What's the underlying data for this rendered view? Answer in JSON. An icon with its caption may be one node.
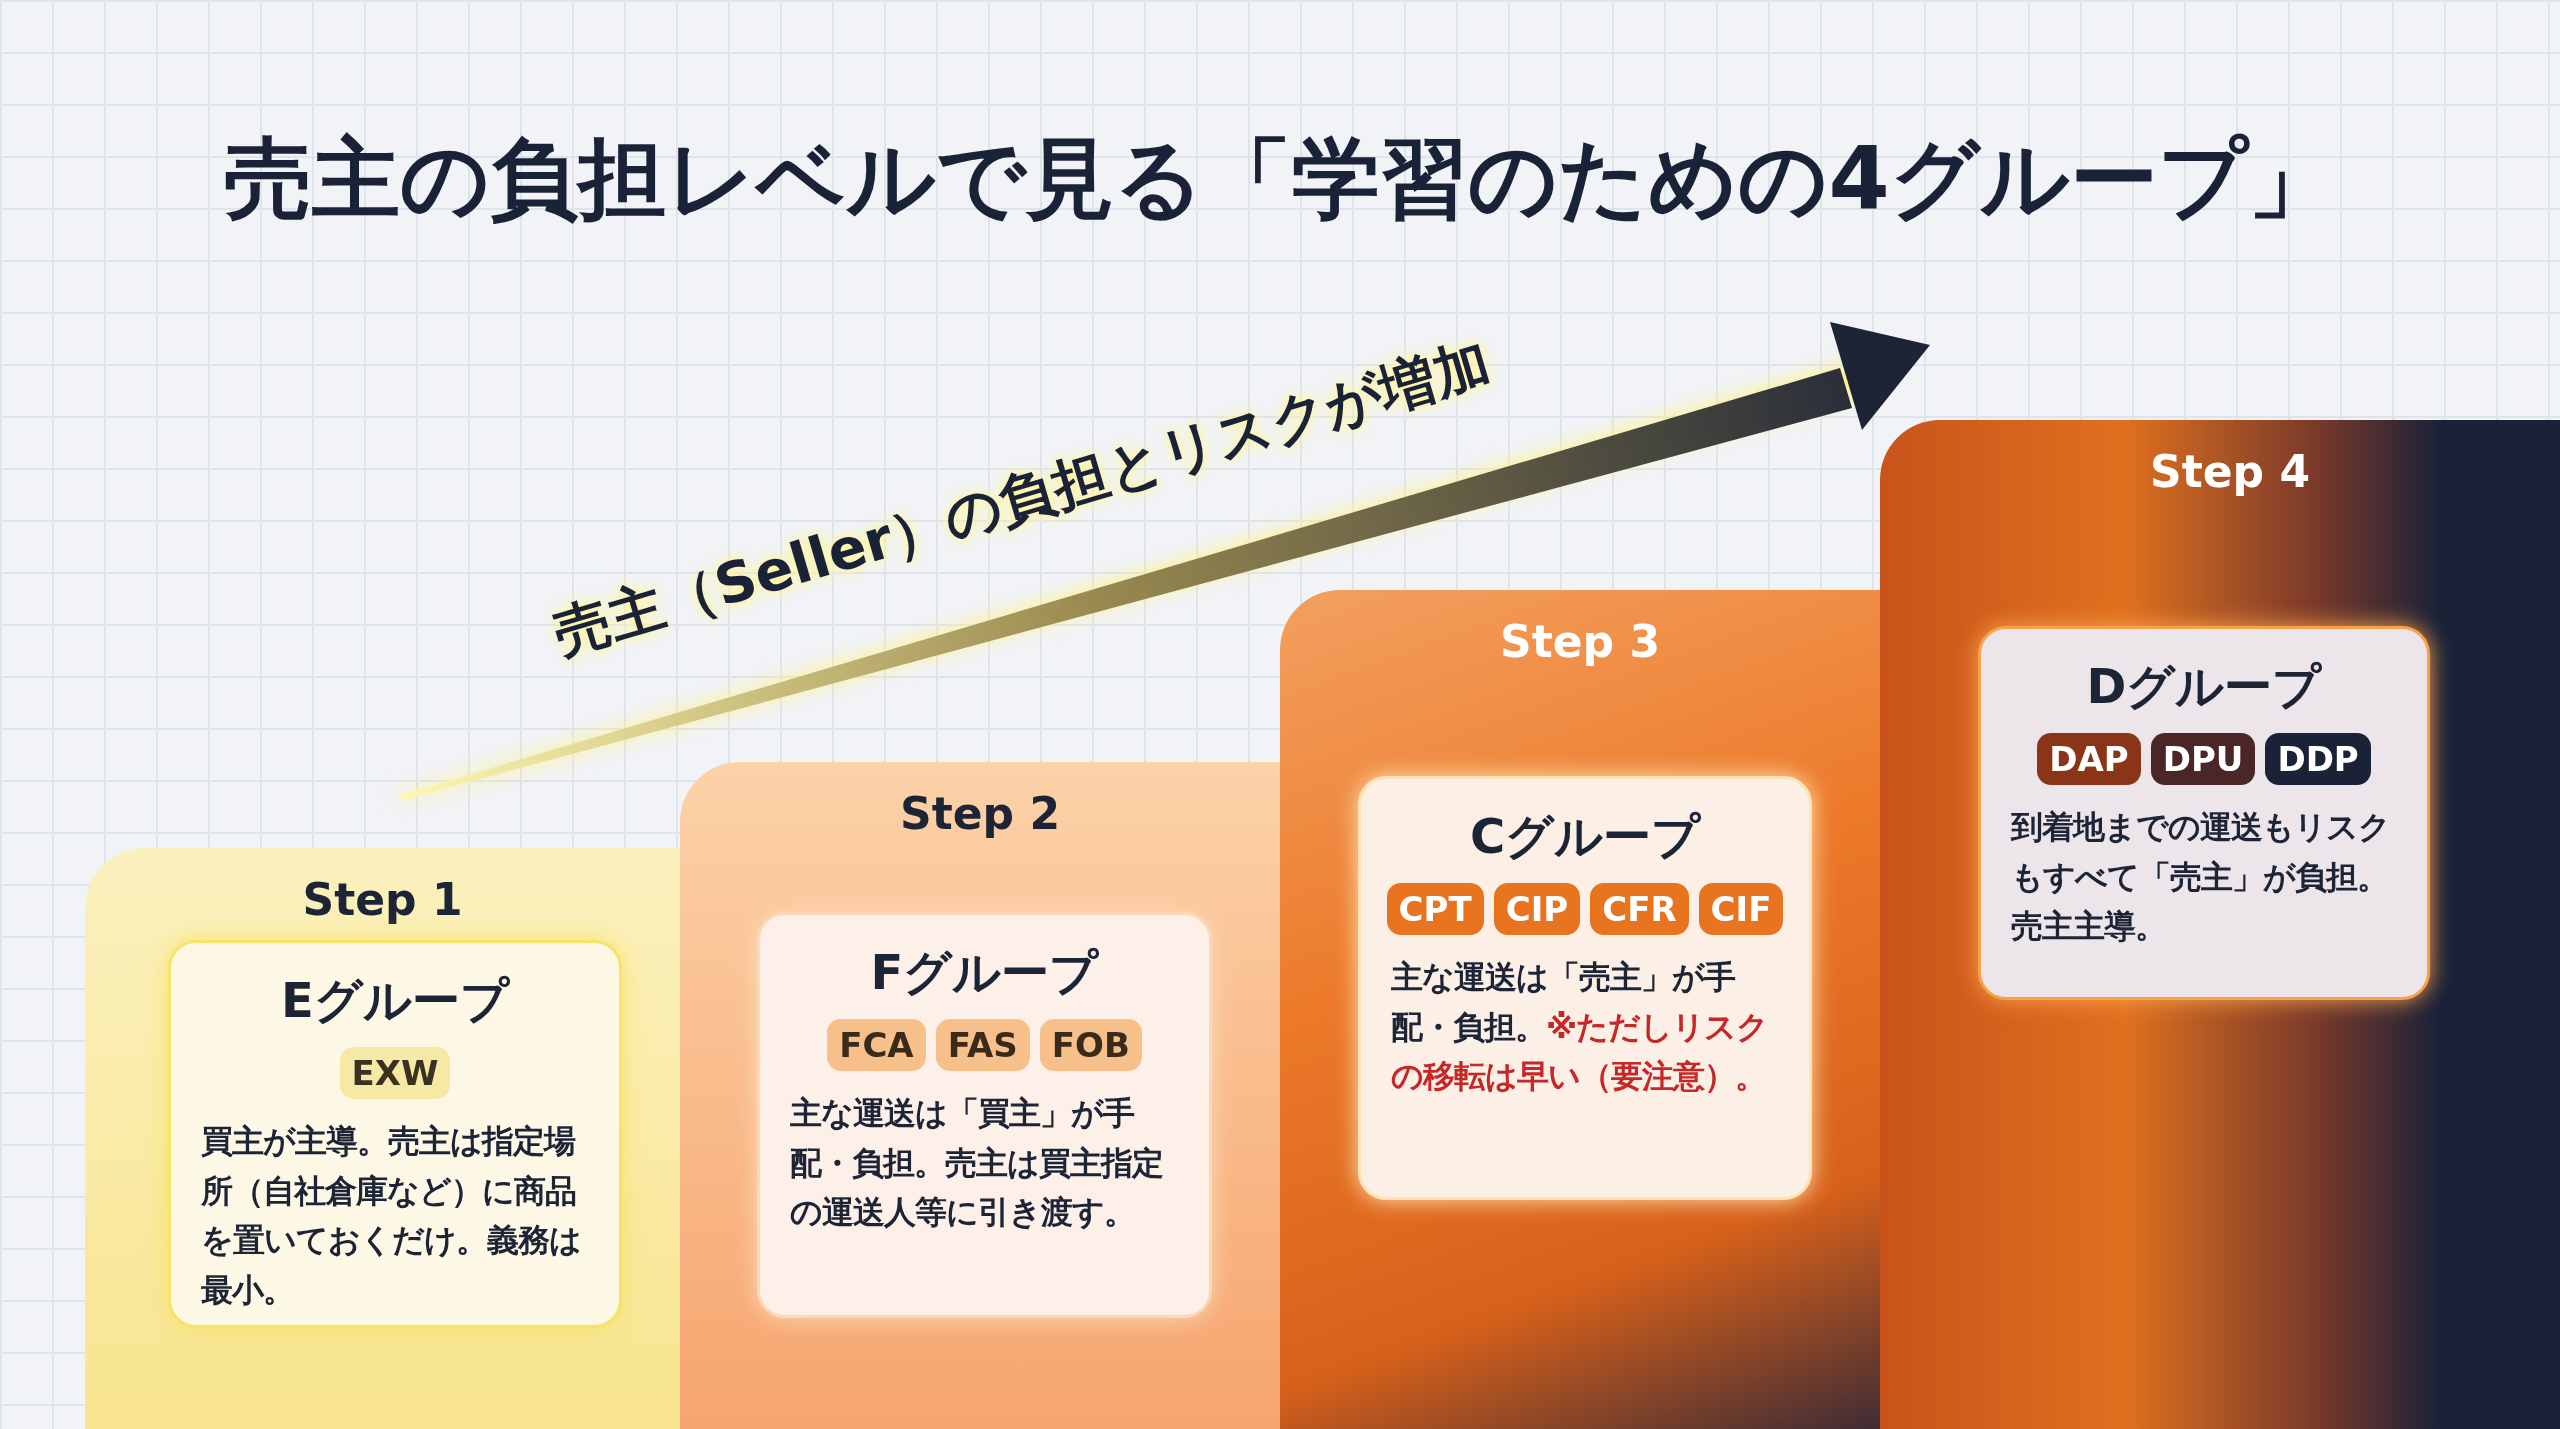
{
  "diagram": {
    "title": "売主の負担レベルで見る「学習のための4グループ」",
    "nodes": [
      {
        "text": [
          "Step 1"
        ]
      },
      {
        "text": [
          "Eグループ",
          "買主が主導。売主は指定場所（自社倉庫など）に商品を置いておくだけ。義務は最小。"
        ],
        "in": 0
      },
      {
        "text": [
          "EXW"
        ],
        "in": 1
      },
      {
        "text": [
          "Step 2"
        ]
      },
      {
        "text": [
          "Fグループ",
          "主な運送は「買主」が手配・負担。売主は買主指定の運送人等に引き渡す。"
        ],
        "in": 3
      },
      {
        "text": [
          "FCA"
        ],
        "in": 4
      },
      {
        "text": [
          "FAS"
        ],
        "in": 4
      },
      {
        "text": [
          "FOB"
        ],
        "in": 4
      },
      {
        "text": [
          "Step 3"
        ]
      },
      {
        "text": [
          "Cグループ",
          "主な運送は「売主」が手配・負担。**※ただしリスクの移転は早い（要注意）。**"
        ],
        "in": 8
      },
      {
        "text": [
          "CPT"
        ],
        "in": 9
      },
      {
        "text": [
          "CIP"
        ],
        "in": 9
      },
      {
        "text": [
          "CFR"
        ],
        "in": 9
      },
      {
        "text": [
          "CIF"
        ],
        "in": 9
      },
      {
        "text": [
          "Step 4"
        ]
      },
      {
        "text": [
          "Dグループ",
          "到着地までの運送もリスクもすべて「売主」が負担。売主主導。"
        ],
        "in": 14
      },
      {
        "text": [
          "DAP"
        ],
        "in": 15
      },
      {
        "text": [
          "DPU"
        ],
        "in": 15
      },
      {
        "text": [
          "DDP"
        ],
        "in": 15
      }
    ],
    "labels": [
      "売主（Seller）の負担とリスクが増加"
    ]
  }
}
